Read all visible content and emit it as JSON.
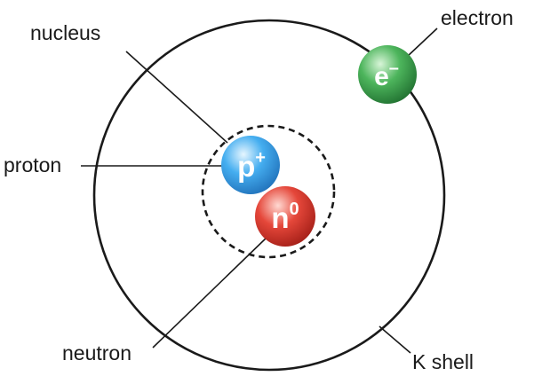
{
  "labels": {
    "nucleus": "nucleus",
    "proton": "proton",
    "neutron": "neutron",
    "electron": "electron",
    "k_shell": "K shell"
  },
  "particles": {
    "proton": {
      "symbol": "p",
      "charge": "+",
      "color": "#3f9fe0"
    },
    "neutron": {
      "symbol": "n",
      "charge": "0",
      "color": "#d8392c"
    },
    "electron": {
      "symbol": "e",
      "charge": "–",
      "color": "#3d9a4c"
    }
  },
  "colors": {
    "line": "#1a1a1a",
    "background": "#ffffff"
  }
}
